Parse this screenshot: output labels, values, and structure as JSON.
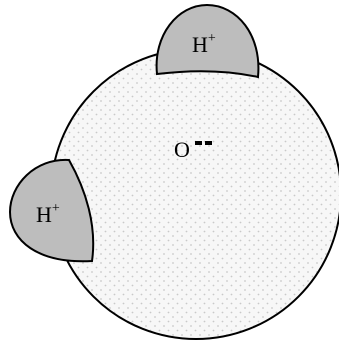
{
  "diagram": {
    "oxygen": {
      "symbol": "O",
      "charge": "--"
    },
    "hydrogen_top": {
      "symbol": "H",
      "charge": "+"
    },
    "hydrogen_left": {
      "symbol": "H",
      "charge": "+"
    },
    "colors": {
      "oxygen_fill": "#f7f7f7",
      "oxygen_dots": "#c9c9c9",
      "hydrogen_fill": "#bdbdbd",
      "stroke": "#000000"
    }
  }
}
